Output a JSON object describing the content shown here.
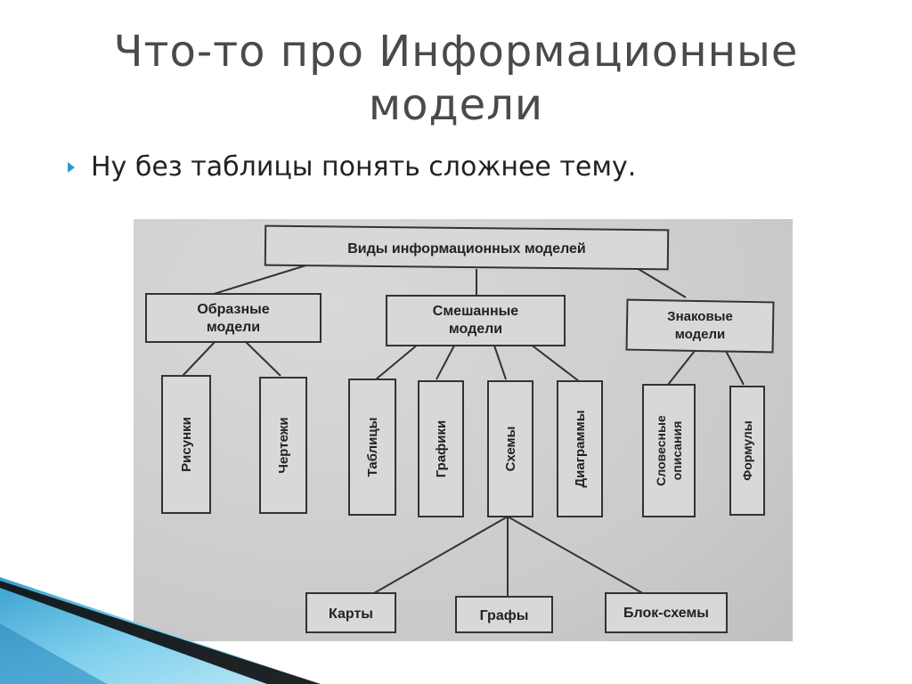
{
  "slide": {
    "title_line1": "Что-то про Информационные",
    "title_line2": "модели",
    "bullet_text": "Ну без таблицы понять сложнее тему."
  },
  "diagram": {
    "root": "Виды информационных моделей",
    "categories": [
      {
        "line1": "Образные",
        "line2": "модели"
      },
      {
        "line1": "Смешанные",
        "line2": "модели"
      },
      {
        "line1": "Знаковые",
        "line2": "модели"
      }
    ],
    "leaves": [
      {
        "line1": "Рисунки",
        "line2": ""
      },
      {
        "line1": "Чертежи",
        "line2": ""
      },
      {
        "line1": "Таблицы",
        "line2": ""
      },
      {
        "line1": "Графики",
        "line2": ""
      },
      {
        "line1": "Схемы",
        "line2": ""
      },
      {
        "line1": "Диаграммы",
        "line2": ""
      },
      {
        "line1": "Словесные",
        "line2": "описания"
      },
      {
        "line1": "Формулы",
        "line2": ""
      }
    ],
    "sub_leaves": [
      "Карты",
      "Графы",
      "Блок-схемы"
    ]
  },
  "colors": {
    "accent": "#2a9cc7",
    "title": "#4a4a4a",
    "photo_bg": "#cfcfcf",
    "stripe_blue": "#5ab8dc",
    "stripe_dark": "#111111"
  },
  "icons": {
    "bullet": "triangle-bullet-icon"
  }
}
